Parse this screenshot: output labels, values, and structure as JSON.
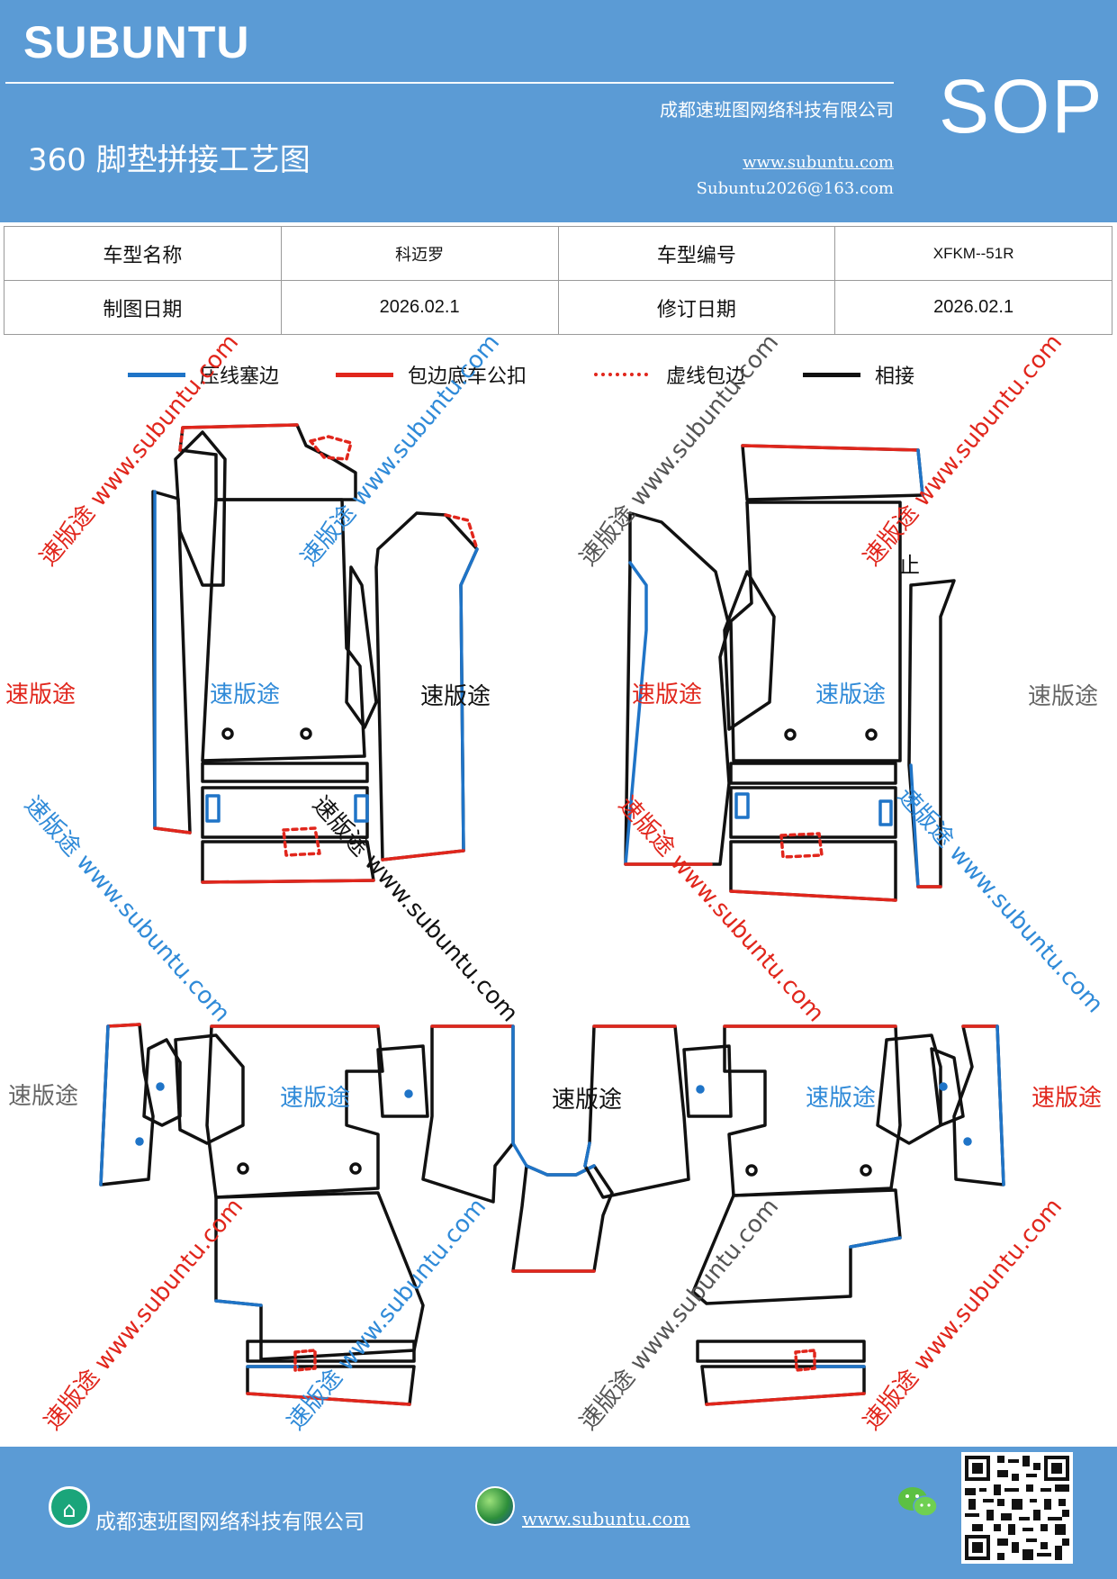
{
  "header": {
    "brand": "SUBUNTU",
    "badge": "SOP",
    "company": "成都速班图网络科技有限公司",
    "title": "360 脚垫拼接工艺图",
    "url": "www.subuntu.com",
    "email": "Subuntu2026@163.com"
  },
  "info_table": {
    "model_name_label": "车型名称",
    "model_name_value": "科迈罗",
    "model_code_label": "车型编号",
    "model_code_value": "XFKM--51R",
    "draw_date_label": "制图日期",
    "draw_date_value": "2026.02.1",
    "revise_date_label": "修订日期",
    "revise_date_value": "2026.02.1"
  },
  "legend": [
    {
      "label": "压线塞边",
      "color": "#1f74c7",
      "style": "solid"
    },
    {
      "label": "包边底车公扣",
      "color": "#e1261c",
      "style": "solid"
    },
    {
      "label": "虚线包边",
      "color": "#e1261c",
      "style": "dotted"
    },
    {
      "label": "相接",
      "color": "#111111",
      "style": "solid"
    }
  ],
  "drawing": {
    "piece_labels": {
      "red_left": "速版途",
      "blue_tl": "速版途",
      "black_tl": "速版途",
      "red_mid": "速版途",
      "blue_tr": "速版途",
      "gray_right": "速版途",
      "gray_bl": "速版途",
      "blue_bl": "速版途",
      "black_bc": "速版途",
      "blue_br": "速版途",
      "red_br": "速版途"
    },
    "stop_mark": "止"
  },
  "watermarks": {
    "text": "速版途 www.subuntu.com",
    "colors": {
      "red": "#e1261c",
      "blue": "#2f8ad8",
      "gray": "#555555"
    }
  },
  "footer": {
    "company": "成都速班图网络科技有限公司",
    "url": "www.subuntu.com",
    "house_icon": "home-icon",
    "globe_icon": "globe-icon",
    "wechat_icon": "wechat-icon"
  }
}
